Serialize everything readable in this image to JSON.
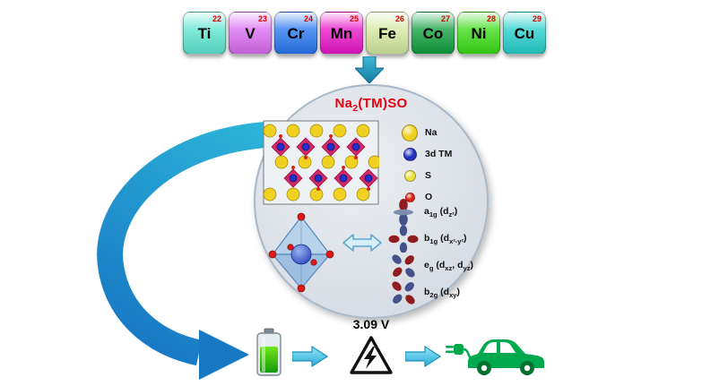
{
  "theme": {
    "accent_teal": "#2cb4d8",
    "arrow_blue": "#1878c4",
    "title_red": "#e8000d",
    "atomic_number_red": "#d40000",
    "eco_green": "#00a84e"
  },
  "elements": [
    {
      "symbol": "Ti",
      "number": "22",
      "color": "#5fe6d0"
    },
    {
      "symbol": "V",
      "number": "23",
      "color": "#d96ef0"
    },
    {
      "symbol": "Cr",
      "number": "24",
      "color": "#2a78f0"
    },
    {
      "symbol": "Mn",
      "number": "25",
      "color": "#e818c8"
    },
    {
      "symbol": "Fe",
      "number": "26",
      "color": "#d4e8a0"
    },
    {
      "symbol": "Co",
      "number": "27",
      "color": "#12a040"
    },
    {
      "symbol": "Ni",
      "number": "28",
      "color": "#3ddc18"
    },
    {
      "symbol": "Cu",
      "number": "29",
      "color": "#28d0cc"
    }
  ],
  "circle": {
    "title_parts": [
      {
        "t": "Na"
      },
      {
        "t": "2",
        "k": "sub"
      },
      {
        "t": "(TM)SO"
      }
    ],
    "title_color": "#e8000d",
    "legend": [
      {
        "label": "Na",
        "color": "#f0cf1c"
      },
      {
        "label": "3d TM",
        "color": "#2330c0"
      },
      {
        "label": "S",
        "color": "#ece23e"
      },
      {
        "label": "O",
        "color": "#e02212"
      }
    ],
    "orbitals": [
      {
        "label_parts": [
          {
            "t": "a"
          },
          {
            "t": "1g",
            "k": "sub"
          },
          {
            "t": " (d"
          },
          {
            "t": "z²",
            "k": "sub"
          },
          {
            "t": ")"
          }
        ]
      },
      {
        "label_parts": [
          {
            "t": "b"
          },
          {
            "t": "1g",
            "k": "sub"
          },
          {
            "t": " (d"
          },
          {
            "t": "x²-y²",
            "k": "sub"
          },
          {
            "t": ")"
          }
        ]
      },
      {
        "label_parts": [
          {
            "t": "e"
          },
          {
            "t": "g",
            "k": "sub"
          },
          {
            "t": " (d"
          },
          {
            "t": "xz",
            "k": "sub"
          },
          {
            "t": ", d"
          },
          {
            "t": "yz",
            "k": "sub"
          },
          {
            "t": ")"
          }
        ]
      },
      {
        "label_parts": [
          {
            "t": "b"
          },
          {
            "t": "2g",
            "k": "sub"
          },
          {
            "t": " (d"
          },
          {
            "t": "xy",
            "k": "sub"
          },
          {
            "t": ")"
          }
        ]
      }
    ]
  },
  "bottom": {
    "voltage": "3.09 V"
  },
  "icons": {
    "down-arrow-icon": "⬇",
    "curved-arrow-icon": "⤵",
    "double-arrow-icon": "⇔",
    "flow-arrow-icon": "➡",
    "battery-icon": "🔋",
    "warning-bolt-icon": "⚡",
    "plug-icon": "🔌",
    "car-icon": "🚗"
  }
}
